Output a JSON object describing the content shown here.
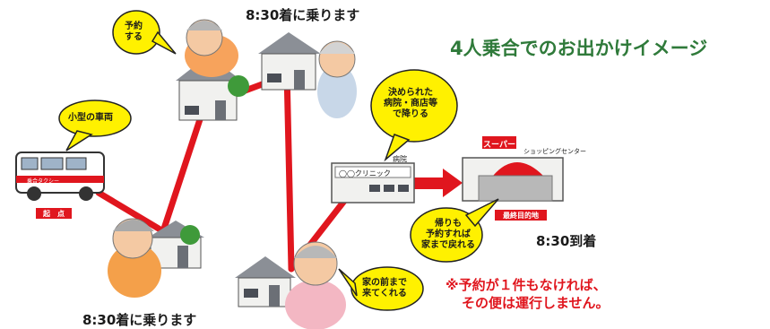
{
  "title": "4人乗合でのお出かけイメージ",
  "captions": {
    "top": "8:30着に乗ります",
    "bottom": "8:30着に乗ります",
    "arrive": "8:30到着"
  },
  "bubbles": {
    "reserve_line1": "予約",
    "reserve_line2": "する",
    "small_car": "小型の車両",
    "destination_line1": "決められた",
    "destination_line2": "病院・商店等",
    "destination_line3": "で降りる",
    "return_line1": "帰りも",
    "return_line2": "予約すれば",
    "return_line3": "家まで戻れる",
    "pickup_line1": "家の前まで",
    "pickup_line2": "来てくれる"
  },
  "labels": {
    "start": "起　点",
    "taxi": "乗合タクシー",
    "hospital": "病院",
    "clinic": "◯◯クリニック",
    "super": "スーパー",
    "shopping": "ショッピングセンター",
    "final": "最終目的地"
  },
  "note": {
    "line1": "※予約が１件もなければ、",
    "line2": "その便は運行しません。"
  },
  "colors": {
    "route": "#e0161e",
    "bubble": "#fff100",
    "title": "#2f7a3a"
  }
}
